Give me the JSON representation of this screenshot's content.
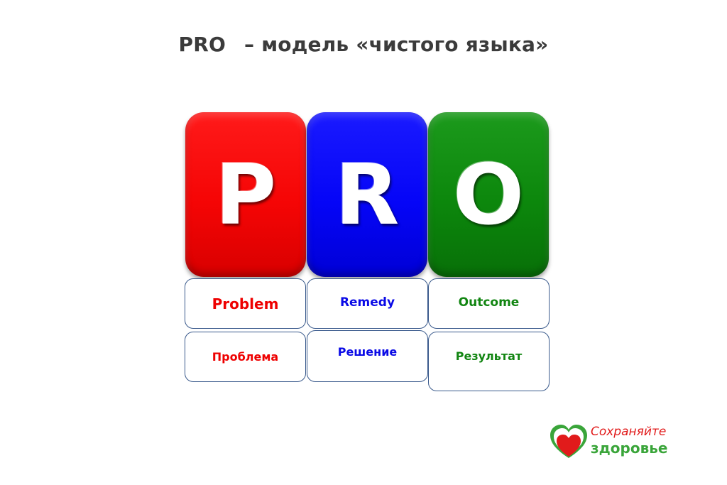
{
  "title": {
    "left": "PRO",
    "right": "– модель «чистого языка»"
  },
  "tiles": [
    {
      "letter": "P",
      "color": "#f50505"
    },
    {
      "letter": "R",
      "color": "#0505f7"
    },
    {
      "letter": "O",
      "color": "#0c870c"
    }
  ],
  "labels_en": [
    "Problem",
    "Remedy",
    "Outcome"
  ],
  "labels_ru": [
    "Проблема",
    "Решение",
    "Результат"
  ],
  "logo": {
    "line1": "Сохраняйте",
    "line2": "здоровье",
    "colors": {
      "red": "#e11b1b",
      "green": "#3aa53a"
    }
  }
}
